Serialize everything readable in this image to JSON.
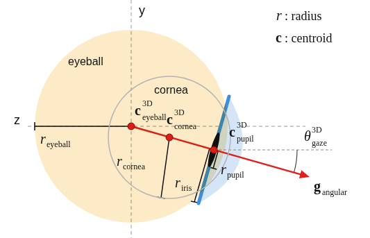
{
  "diagram": {
    "nodes": [
      {
        "text": [
          "eyeball"
        ]
      },
      {
        "text": [
          "cornea"
        ],
        "in": 0
      }
    ],
    "labels": [
      "y",
      "z",
      "r",
      ": radius",
      "c",
      ": centroid",
      "c",
      "3D",
      "eyeball",
      "c",
      "3D",
      "cornea",
      "c",
      "3D",
      "pupil",
      "r",
      "eyeball",
      "r",
      "cornea",
      "r",
      "iris",
      "r",
      "pupil",
      "θ",
      "3D",
      "gaze",
      "g",
      "angular"
    ]
  }
}
